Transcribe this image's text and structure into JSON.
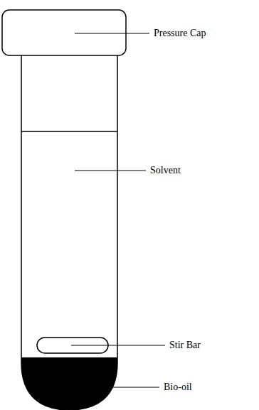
{
  "diagram": {
    "labels": [
      "Pressure Cap",
      "Solvent",
      "Stir Bar",
      "Bio-oil"
    ]
  }
}
